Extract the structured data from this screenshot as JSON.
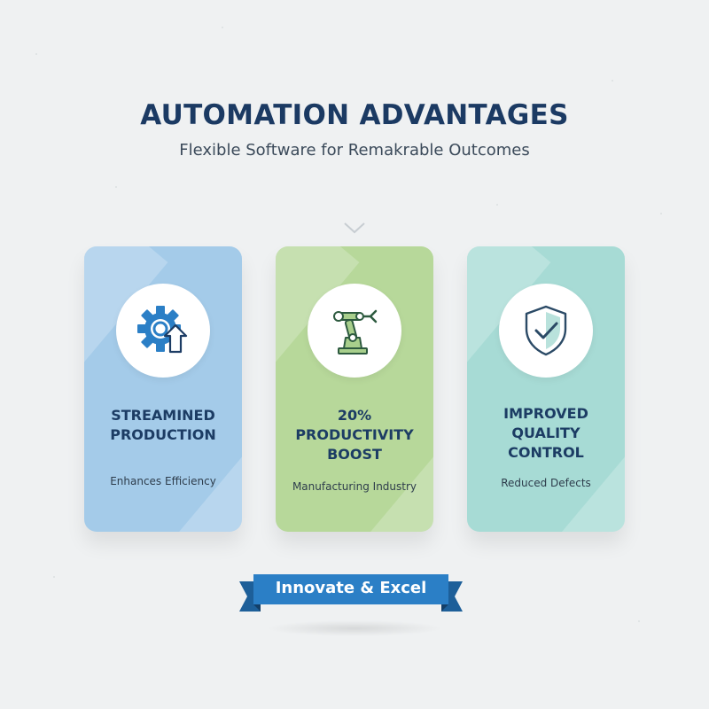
{
  "header": {
    "title": "AUTOMATION ADVANTAGES",
    "subtitle": "Flexible Software for Remakrable Outcomes"
  },
  "cards": [
    {
      "title": "STREAMINED\nPRODUCTION",
      "subtitle": "Enhances Efficiency",
      "icon": "gear-arrow-icon",
      "color": "#a4cbe9"
    },
    {
      "title": "20%\nPRODUCTIVITY\nBOOST",
      "subtitle": "Manufacturing Industry",
      "icon": "robot-arm-icon",
      "color": "#b7d89a"
    },
    {
      "title": "IMPROVED\nQUALITY\nCONTROL",
      "subtitle": "Reduced Defects",
      "icon": "shield-check-icon",
      "color": "#a7dbd5"
    }
  ],
  "banner": {
    "label": "Innovate & Excel",
    "color": "#2b7fc6"
  },
  "colors": {
    "title": "#1b3a63",
    "background": "#eff1f2"
  }
}
